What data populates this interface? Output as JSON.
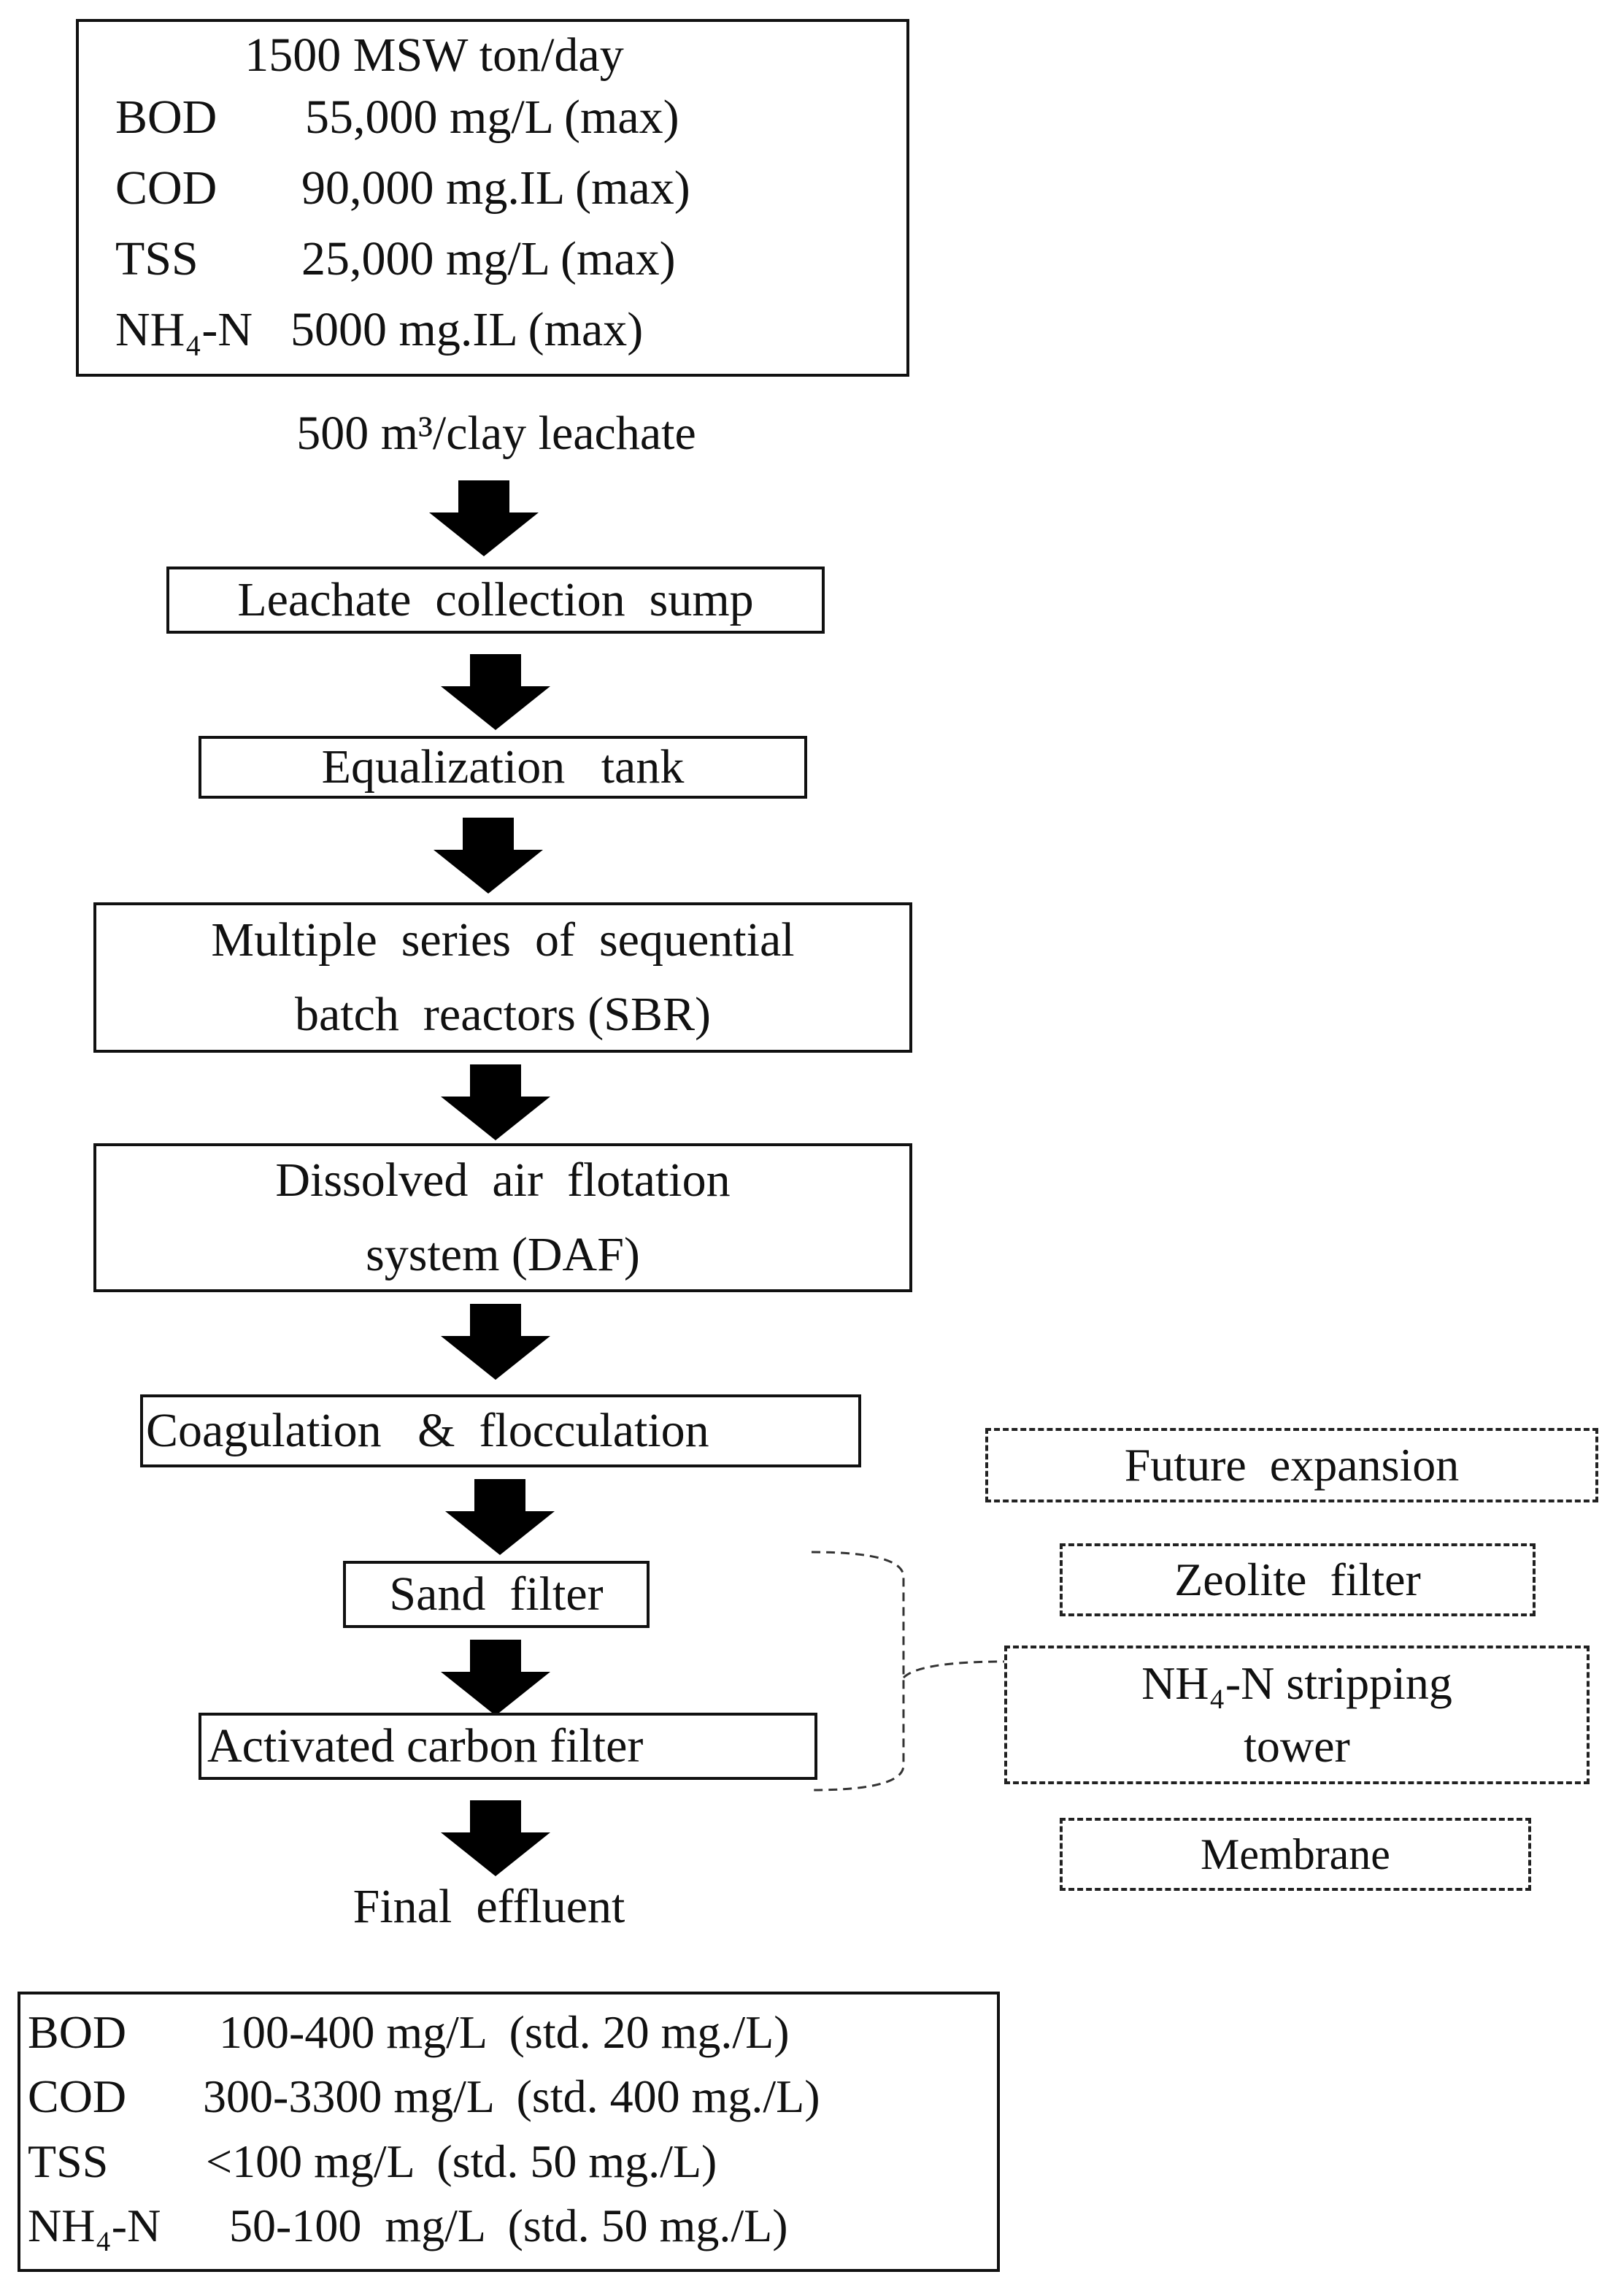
{
  "influent": {
    "title": "1500 MSW ton/day",
    "rows": [
      {
        "param": "BOD",
        "value": "55,000 mg/L  (max)"
      },
      {
        "param": "COD",
        "value": "90,000 mg.IL (max)"
      },
      {
        "param": "TSS",
        "value": "25,000 mg/L  (max)"
      },
      {
        "param": "NH₄-N",
        "value": "5000 mg.IL (max)"
      }
    ]
  },
  "flow_label": "500 m³/clay leachate",
  "steps": {
    "sump": "Leachate  collection  sump",
    "equalization": "Equalization   tank",
    "sbr_line1": "Multiple  series  of  sequential",
    "sbr_line2": "batch  reactors (SBR)",
    "daf_line1": "Dissolved  air  flotation",
    "daf_line2": "system (DAF)",
    "coag": "Coagulation   &  flocculation",
    "sand": "Sand  filter",
    "carbon": "Activated carbon filter"
  },
  "final_label": "Final  effluent",
  "future": {
    "title": "Future  expansion",
    "zeolite": "Zeolite  filter",
    "stripping_line1": "NH₄-N stripping",
    "stripping_line2": "tower",
    "membrane": "Membrane"
  },
  "effluent": {
    "rows": [
      {
        "param": "BOD",
        "value": "100-400 mg/L  (std. 20 mg./L)"
      },
      {
        "param": "COD",
        "value": "300-3300 mg/L  (std. 400 mg./L)"
      },
      {
        "param": "TSS",
        "value": "<100 mg/L  (std. 50 mg./L)"
      },
      {
        "param": "NH₄-N",
        "value": "50-100  mg/L  (std. 50 mg./L)"
      }
    ]
  }
}
